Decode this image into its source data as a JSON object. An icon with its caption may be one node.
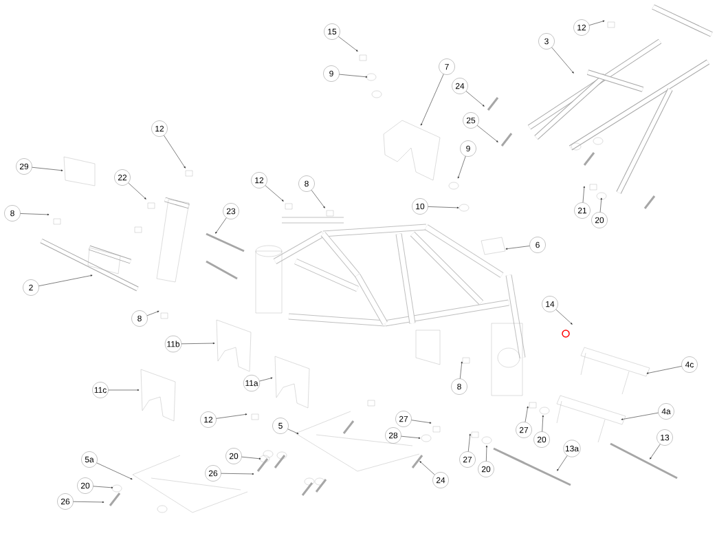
{
  "diagram": {
    "nodes": [
      {
        "text": [
          "12"
        ]
      },
      {
        "text": [
          "15"
        ]
      },
      {
        "text": [
          "3"
        ]
      },
      {
        "text": [
          "7"
        ]
      },
      {
        "text": [
          "9"
        ]
      },
      {
        "text": [
          "24"
        ]
      },
      {
        "text": [
          "25"
        ]
      },
      {
        "text": [
          "12"
        ]
      },
      {
        "text": [
          "9"
        ]
      },
      {
        "text": [
          "29"
        ]
      },
      {
        "text": [
          "22"
        ]
      },
      {
        "text": [
          "12"
        ]
      },
      {
        "text": [
          "8"
        ]
      },
      {
        "text": [
          "10"
        ]
      },
      {
        "text": [
          "21"
        ]
      },
      {
        "text": [
          "23"
        ]
      },
      {
        "text": [
          "8"
        ]
      },
      {
        "text": [
          "20"
        ]
      },
      {
        "text": [
          "6"
        ]
      },
      {
        "text": [
          "2"
        ]
      },
      {
        "text": [
          "14"
        ]
      },
      {
        "text": [
          "8"
        ]
      },
      {
        "text": [
          "11b"
        ]
      },
      {
        "text": [
          "4c"
        ]
      },
      {
        "text": [
          "11a"
        ]
      },
      {
        "text": [
          "8"
        ]
      },
      {
        "text": [
          "11c"
        ]
      },
      {
        "text": [
          "4a"
        ]
      },
      {
        "text": [
          "27"
        ]
      },
      {
        "text": [
          "12"
        ]
      },
      {
        "text": [
          "5"
        ]
      },
      {
        "text": [
          "27"
        ]
      },
      {
        "text": [
          "28"
        ]
      },
      {
        "text": [
          "13"
        ]
      },
      {
        "text": [
          "20"
        ]
      },
      {
        "text": [
          "13a"
        ]
      },
      {
        "text": [
          "20"
        ]
      },
      {
        "text": [
          "5a"
        ]
      },
      {
        "text": [
          "27"
        ]
      },
      {
        "text": [
          "20"
        ]
      },
      {
        "text": [
          "26"
        ]
      },
      {
        "text": [
          "20"
        ]
      },
      {
        "text": [
          "24"
        ]
      },
      {
        "text": [
          "26"
        ]
      }
    ],
    "edges": [
      {
        "from": 0,
        "to": null,
        "arrow": "to"
      },
      {
        "from": 1,
        "to": null,
        "arrow": "to"
      },
      {
        "from": 2,
        "to": null,
        "arrow": "to"
      },
      {
        "from": 3,
        "to": null,
        "arrow": "to"
      },
      {
        "from": 4,
        "to": null,
        "arrow": "to"
      },
      {
        "from": 5,
        "to": null,
        "arrow": "to"
      },
      {
        "from": 6,
        "to": null,
        "arrow": "to"
      },
      {
        "from": 7,
        "to": null,
        "arrow": "to"
      },
      {
        "from": 8,
        "to": null,
        "arrow": "to"
      },
      {
        "from": 9,
        "to": null,
        "arrow": "to"
      },
      {
        "from": 10,
        "to": null,
        "arrow": "to"
      },
      {
        "from": 11,
        "to": null,
        "arrow": "to"
      },
      {
        "from": 12,
        "to": null,
        "arrow": "to"
      },
      {
        "from": 13,
        "to": null,
        "arrow": "to"
      },
      {
        "from": 14,
        "to": null,
        "arrow": "to"
      },
      {
        "from": 15,
        "to": null,
        "arrow": "to"
      },
      {
        "from": 16,
        "to": null,
        "arrow": "to"
      },
      {
        "from": 17,
        "to": null,
        "arrow": "to"
      },
      {
        "from": 18,
        "to": null,
        "arrow": "to"
      },
      {
        "from": 19,
        "to": null,
        "arrow": "to"
      },
      {
        "from": 20,
        "to": null,
        "arrow": "to"
      },
      {
        "from": 21,
        "to": null,
        "arrow": "to"
      },
      {
        "from": 22,
        "to": null,
        "arrow": "to"
      },
      {
        "from": 23,
        "to": null,
        "arrow": "to"
      },
      {
        "from": 24,
        "to": null,
        "arrow": "to"
      },
      {
        "from": 25,
        "to": null,
        "arrow": "to"
      },
      {
        "from": 26,
        "to": null,
        "arrow": "to"
      },
      {
        "from": 27,
        "to": null,
        "arrow": "to"
      },
      {
        "from": 28,
        "to": null,
        "arrow": "to"
      },
      {
        "from": 29,
        "to": null,
        "arrow": "to"
      },
      {
        "from": 30,
        "to": null,
        "arrow": "to"
      },
      {
        "from": 31,
        "to": null,
        "arrow": "to"
      },
      {
        "from": 32,
        "to": null,
        "arrow": "to"
      },
      {
        "from": 33,
        "to": null,
        "arrow": "to"
      },
      {
        "from": 34,
        "to": null,
        "arrow": "to"
      },
      {
        "from": 35,
        "to": null,
        "arrow": "to"
      },
      {
        "from": 36,
        "to": null,
        "arrow": "to"
      },
      {
        "from": 37,
        "to": null,
        "arrow": "to"
      },
      {
        "from": 38,
        "to": null,
        "arrow": "to"
      },
      {
        "from": 39,
        "to": null,
        "arrow": "to"
      },
      {
        "from": 40,
        "to": null,
        "arrow": "to"
      },
      {
        "from": 41,
        "to": null,
        "arrow": "to"
      },
      {
        "from": 42,
        "to": null,
        "arrow": "to"
      },
      {
        "from": 43,
        "to": null,
        "arrow": "to"
      }
    ]
  }
}
